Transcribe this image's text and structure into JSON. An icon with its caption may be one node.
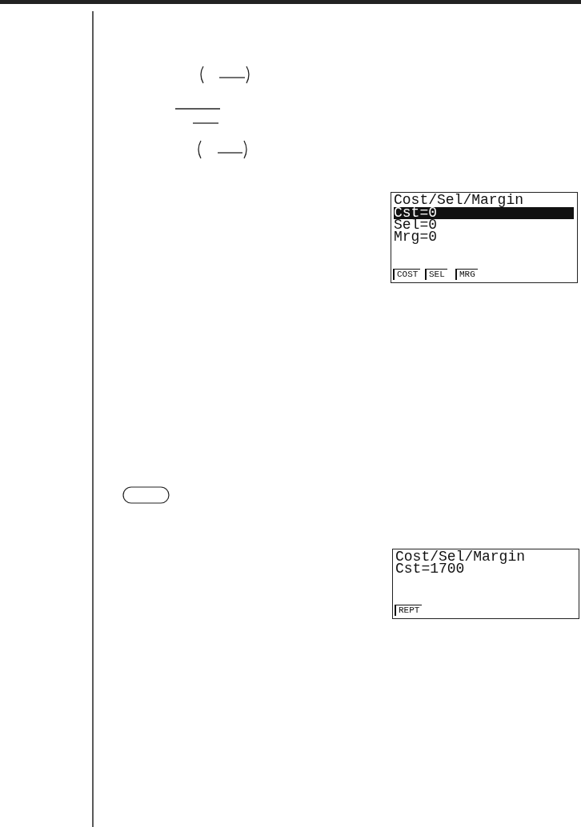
{
  "diagram": {
    "labels": [
      "Cost/Sel/Margin",
      "Cst=0",
      "Sel=0",
      "Mrg=0",
      "COST",
      "SEL",
      "MRG",
      "Cost/Sel/Margin",
      "Cst=1700",
      "REPT"
    ]
  }
}
